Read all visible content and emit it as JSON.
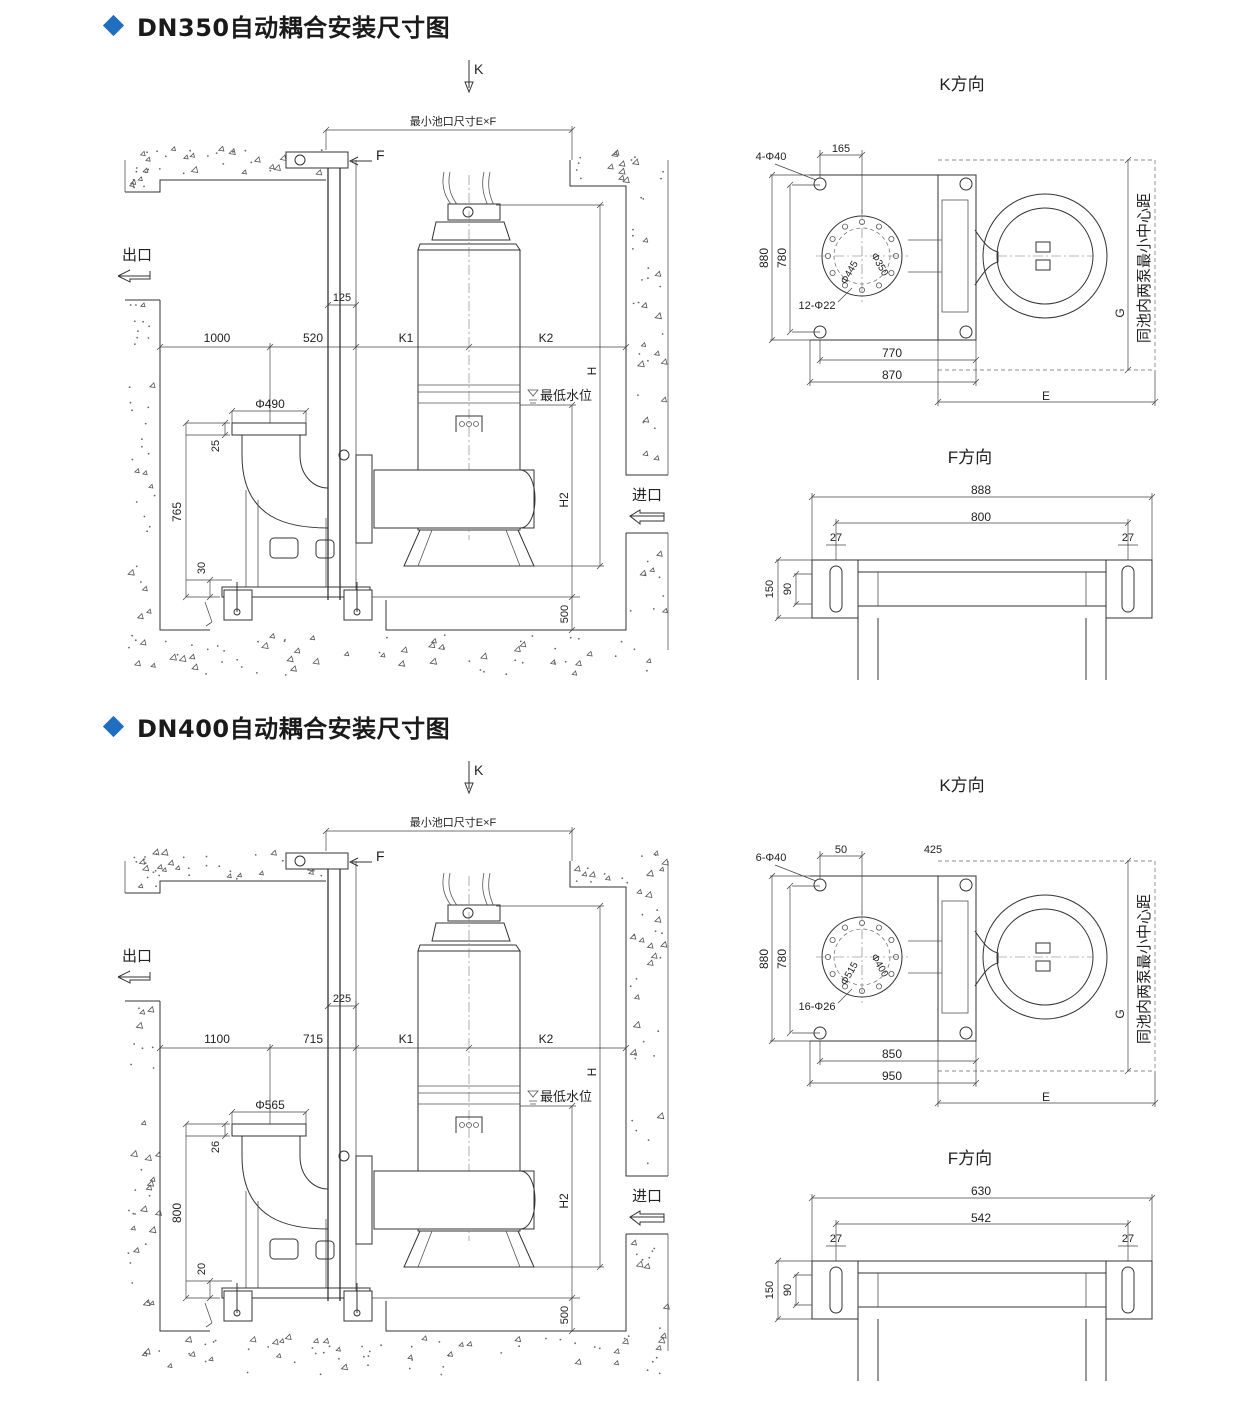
{
  "sections": [
    {
      "title": "DN350自动耦合安装尺寸图",
      "side": {
        "k_arrow": "K",
        "f_arrow": "F",
        "pit_label": "最小池口尺寸E×F",
        "outlet": "出口",
        "inlet": "进口",
        "min_water": "最低水位",
        "dims": {
          "d125": "125",
          "d1000": "1000",
          "d520": "520",
          "k1": "K1",
          "k2": "K2",
          "phi": "Φ490",
          "d25": "25",
          "d765": "765",
          "d30": "30",
          "h": "H",
          "h2": "H2",
          "d500": "500"
        }
      },
      "k_view": {
        "title": "K方向",
        "labels": {
          "holes": "4-Φ40",
          "top1": "165",
          "top2": "",
          "h880": "880",
          "h780": "780",
          "phi_a": "Φ445",
          "phi_b": "Φ350",
          "bolts": "12-Φ22",
          "w1": "770",
          "w2": "870",
          "e": "E",
          "g": "G",
          "g_note": "同池内两泵最小中心距"
        }
      },
      "f_view": {
        "title": "F方向",
        "labels": {
          "w_total": "888",
          "w_inner": "800",
          "l27": "27",
          "r27": "27",
          "h150": "150",
          "h90": "90"
        }
      }
    },
    {
      "title": "DN400自动耦合安装尺寸图",
      "side": {
        "k_arrow": "K",
        "f_arrow": "F",
        "pit_label": "最小池口尺寸E×F",
        "outlet": "出口",
        "inlet": "进口",
        "min_water": "最低水位",
        "dims": {
          "d125": "225",
          "d1000": "1100",
          "d520": "715",
          "k1": "K1",
          "k2": "K2",
          "phi": "Φ565",
          "d25": "26",
          "d765": "800",
          "d30": "20",
          "h": "H",
          "h2": "H2",
          "d500": "500"
        }
      },
      "k_view": {
        "title": "K方向",
        "labels": {
          "holes": "6-Φ40",
          "top1": "50",
          "top2": "425",
          "h880": "880",
          "h780": "780",
          "phi_a": "Φ515",
          "phi_b": "Φ400",
          "bolts": "16-Φ26",
          "w1": "850",
          "w2": "950",
          "e": "E",
          "g": "G",
          "g_note": "同池内两泵最小中心距"
        }
      },
      "f_view": {
        "title": "F方向",
        "labels": {
          "w_total": "630",
          "w_inner": "542",
          "l27": "27",
          "r27": "27",
          "h150": "150",
          "h90": "90"
        }
      }
    }
  ],
  "colors": {
    "accent": "#1f6fc0",
    "line": "#333333"
  }
}
